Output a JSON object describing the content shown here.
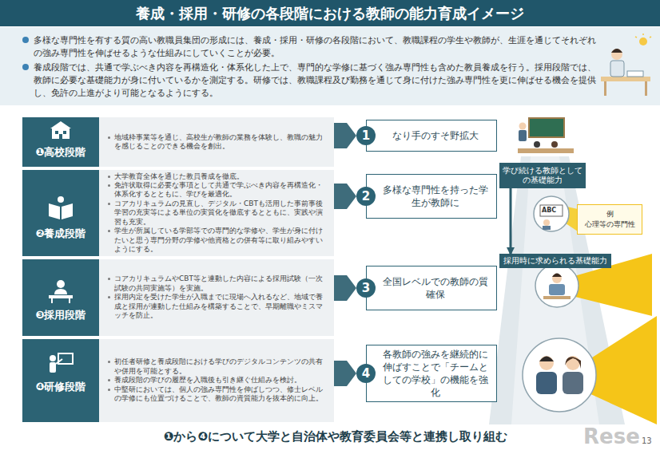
{
  "diagram": {
    "title": "養成・採用・研修の各段階における教師の能力育成イメージ",
    "nodes": [
      {
        "text": [
          "多様な専門性を有する質の高い教職員集団の形成には、養成・採用・研修の各段階において、教職課程の学生や教師が、生涯を通じてそれぞれの強み専門性を伸ばせるような仕組みにしていくことが必要。",
          "養成段階では、共通で学ぶべき内容を再構造化・体系化した上で、専門的な学修に基づく強み専門性も含めた教員養成を行う。採用段階では、教師に必要な基礎能力が身に付いているかを測定する。研修では、教職課程及び勤務を通じて身に付けた強み専門性を更に伸ばせる機会を提供し、免許の上進がより可能となるようにする。"
        ]
      },
      {
        "text": [
          "地域枠事業等を通じ、高校生が教師の業務を体験し、教職の魅力を感じることのできる機会を創出。"
        ]
      },
      {
        "text": [
          "❶高校段階"
        ],
        "in": 1
      },
      {
        "text": [
          "1",
          "なり手のすそ野拡大"
        ]
      },
      {
        "text": [
          "大学教育全体を通じた教員養成を徹底。",
          "免許状取得に必要な事項として共通で学ぶべき内容を再構造化・体系化するとともに、学びを最適化。",
          "コアカリキュラムの見直し、デジタル・CBTも活用した事前事後学習の充実等による単位の実質化を徹底するとともに、実践や演習も充実。",
          "学生が所属している学部等での専門的な学修や、学生が身に付けたいと思う専門分野の学修や他資格との併有等に取り組みやすいようにする。"
        ]
      },
      {
        "text": [
          "❷養成段階"
        ],
        "in": 4
      },
      {
        "text": [
          "2",
          "多様な専門性を持った学生が教師に"
        ]
      },
      {
        "text": [
          "コアカリキュラムやCBT等と連動した内容による採用試験（一次試験の共同実施等）を実施。",
          "採用内定を受けた学生が入職までに現場へ入れるなど、地域で養成と採用が連動した仕組みを構築することで、早期離職やミスマッチを防止。"
        ]
      },
      {
        "text": [
          "❸採用段階"
        ],
        "in": 7
      },
      {
        "text": [
          "3",
          "全国レベルでの教師の質確保"
        ]
      },
      {
        "text": [
          "初任者研修と養成段階における学びのデジタルコンテンツの共有や併用を可能とする。",
          "養成段階の学びの履歴を入職後も引き継ぐ仕組みを検討。",
          "中堅研においては、個人の強み専門性を伸ばしつつ、修士レベルの学修にも位置づけることで、教師の資質能力を抜本的に向上。"
        ]
      },
      {
        "text": [
          "❹研修段階"
        ],
        "in": 10
      },
      {
        "text": [
          "4",
          "各教師の強みを継続的に伸ばすことで「チームとしての学校」の機能を強化"
        ]
      },
      {
        "text": [
          "学び続ける教師としての基礎能力"
        ]
      },
      {
        "text": [
          "例",
          "心理等の専門性"
        ]
      },
      {
        "text": [
          "採用時に求められる基礎能力"
        ]
      },
      {
        "text": [
          "❶から❹について大学と自治体や教育委員会等と連携し取り組む"
        ]
      }
    ],
    "edges": [
      {
        "from": 1,
        "to": 3,
        "arrow": "to"
      },
      {
        "from": 4,
        "to": 6,
        "arrow": "to"
      },
      {
        "from": 7,
        "to": 9,
        "arrow": "to"
      },
      {
        "from": 10,
        "to": 12,
        "arrow": "to"
      },
      {
        "from": 13,
        "to": 15,
        "arrow": "to"
      }
    ],
    "labels": [
      "ABC",
      "13",
      "Rese"
    ]
  }
}
